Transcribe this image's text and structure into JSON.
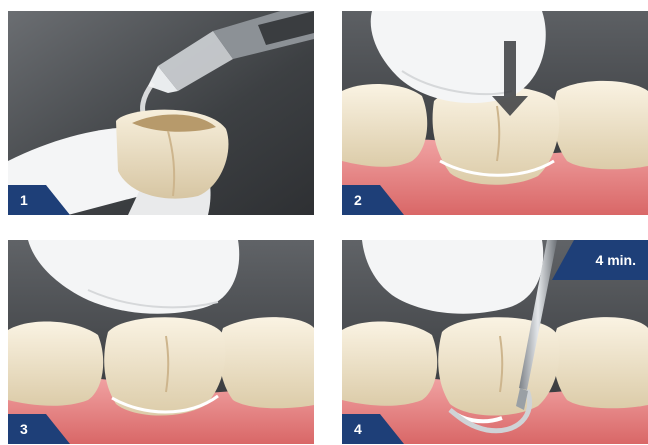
{
  "steps": [
    {
      "number": "1"
    },
    {
      "number": "2"
    },
    {
      "number": "3"
    },
    {
      "number": "4",
      "time": "4 min."
    }
  ],
  "colors": {
    "badge": "#1e3f78",
    "background_dark": "#4a4d50",
    "gum": "#e98a8a",
    "tooth": "#efe3c8",
    "glove": "#f4f5f6"
  }
}
